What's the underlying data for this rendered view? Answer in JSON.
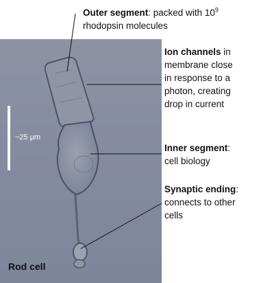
{
  "scale_bar": {
    "label": "~25 µm"
  },
  "cell_label": "Rod cell",
  "annotations": {
    "outer_segment": {
      "term": "Outer segment",
      "desc_line1": ": packed with 10",
      "desc_exponent": "9",
      "desc_line2": "rhodopsin molecules"
    },
    "ion_channels": {
      "term": "Ion channels",
      "line1_rest": " in",
      "lines": [
        "membrane close",
        "in response to a",
        "photon, creating",
        "drop in current"
      ]
    },
    "inner_segment": {
      "term": "Inner segment",
      "term_suffix": ":",
      "lines": [
        "cell biology"
      ]
    },
    "synaptic_ending": {
      "term": "Synaptic ending",
      "term_suffix": ":",
      "lines": [
        "connects to other",
        "cells"
      ]
    }
  }
}
